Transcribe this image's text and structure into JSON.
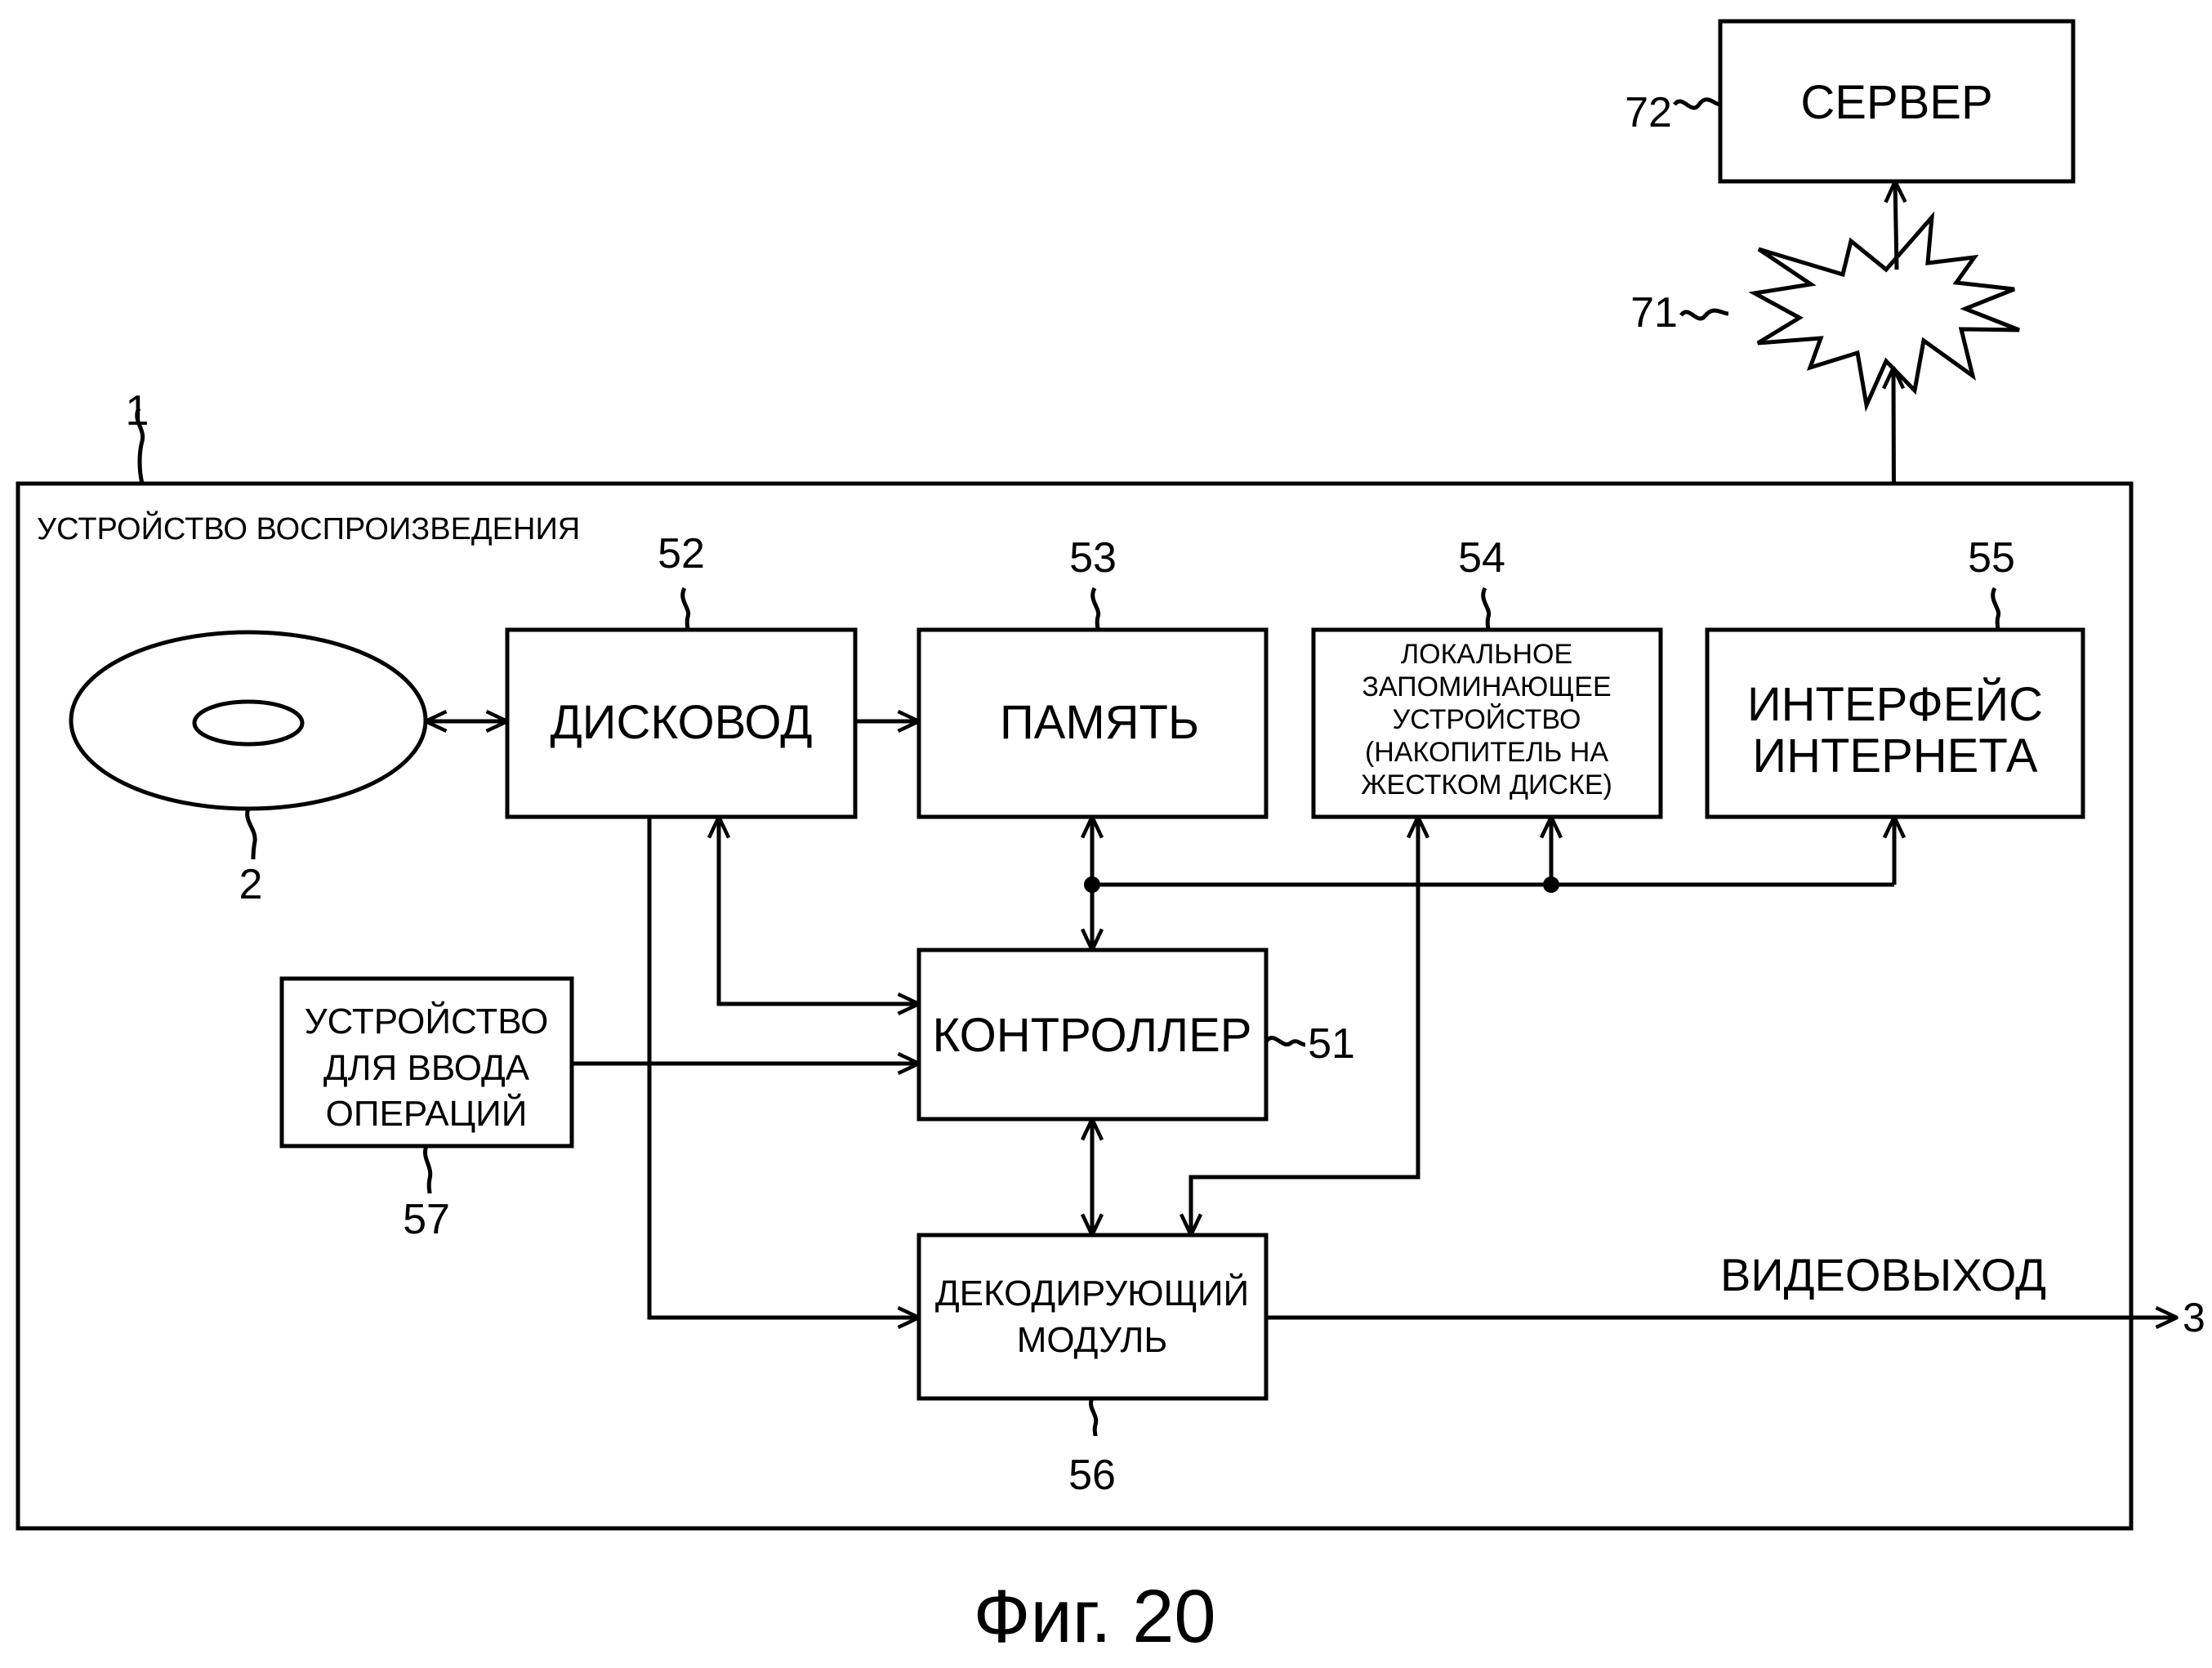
{
  "figure": {
    "caption": "Фиг. 20",
    "device_title": "УСТРОЙСТВО ВОСПРОИЗВЕДЕНИЯ",
    "video_out_label": "ВИДЕОВЫХОД"
  },
  "blocks": {
    "server": {
      "ref": "72",
      "lines": [
        "СЕРВЕР"
      ]
    },
    "network": {
      "ref": "71"
    },
    "device": {
      "ref": "1"
    },
    "disc": {
      "ref": "2"
    },
    "output": {
      "ref": "3"
    },
    "disk_drive": {
      "ref": "52",
      "lines": [
        "ДИСКОВОД"
      ]
    },
    "memory": {
      "ref": "53",
      "lines": [
        "ПАМЯТЬ"
      ]
    },
    "local_storage": {
      "ref": "54",
      "lines": [
        "ЛОКАЛЬНОЕ",
        "ЗАПОМИНАЮЩЕЕ",
        "УСТРОЙСТВО",
        "(НАКОПИТЕЛЬ НА",
        "ЖЕСТКОМ ДИСКЕ)"
      ]
    },
    "internet_interface": {
      "ref": "55",
      "lines": [
        "ИНТЕРФЕЙС",
        "ИНТЕРНЕТА"
      ]
    },
    "controller": {
      "ref": "51",
      "lines": [
        "КОНТРОЛЛЕР"
      ]
    },
    "operation_input": {
      "ref": "57",
      "lines": [
        "УСТРОЙСТВО",
        "ДЛЯ ВВОДА",
        "ОПЕРАЦИЙ"
      ]
    },
    "decoder": {
      "ref": "56",
      "lines": [
        "ДЕКОДИРУЮЩИЙ",
        "МОДУЛЬ"
      ]
    }
  }
}
